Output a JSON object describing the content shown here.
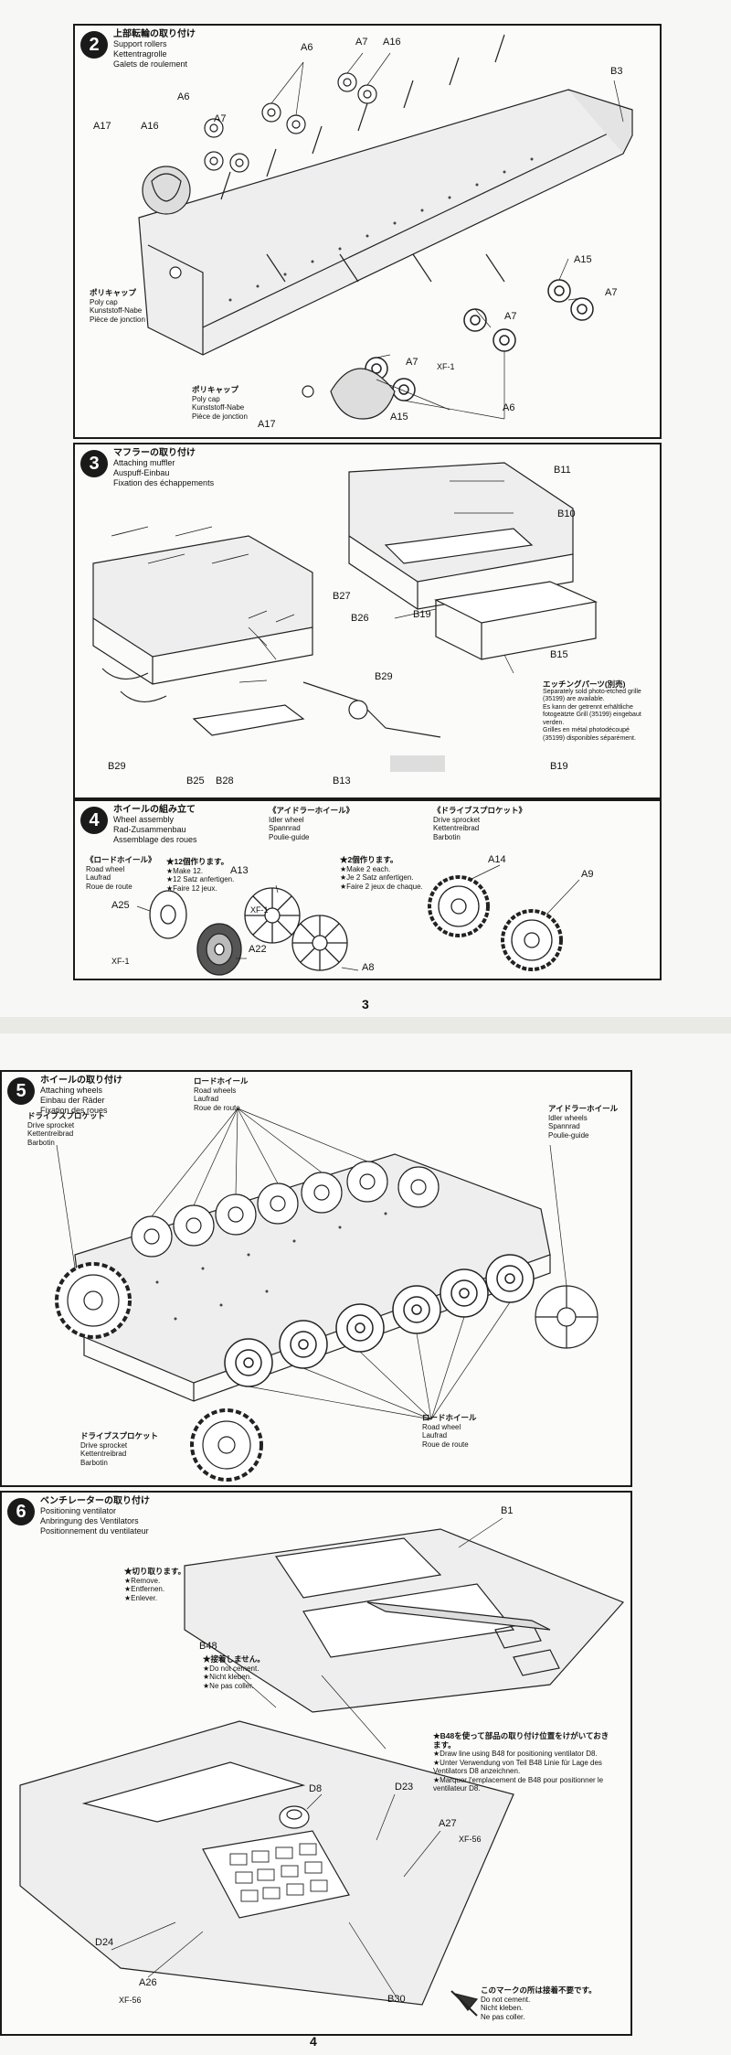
{
  "pages": {
    "top_number": "3",
    "bottom_number": "4"
  },
  "step2": {
    "number": "2",
    "jp": "上部転輪の取り付け",
    "en": "Support rollers",
    "de": "Kettentragrolle",
    "fr": "Galets de roulement",
    "polycap1": {
      "jp": "ポリキャップ",
      "en": "Poly cap",
      "de": "Kunststoff-Nabe",
      "fr": "Pièce de jonction"
    },
    "polycap2": {
      "jp": "ポリキャップ",
      "en": "Poly cap",
      "de": "Kunststoff-Nabe",
      "fr": "Pièce de jonction"
    },
    "labels": {
      "a6_top": "A6",
      "a7_top": "A7",
      "a16_top": "A16",
      "b3": "B3",
      "a6_left": "A6",
      "a17_left": "A17",
      "a16_left": "A16",
      "a7_left": "A7",
      "a15_right": "A15",
      "a7_right": "A7",
      "a7_mid": "A7",
      "a7_low": "A7",
      "xf1": "XF-1",
      "a17_bottom": "A17",
      "a15_bottom": "A15",
      "a6_bottom": "A6"
    }
  },
  "step3": {
    "number": "3",
    "jp": "マフラーの取り付け",
    "en": "Attaching muffler",
    "de": "Auspuff-Einbau",
    "fr": "Fixation des échappements",
    "labels": {
      "b11": "B11",
      "b10": "B10",
      "b19_mid": "B19",
      "b15": "B15",
      "b27": "B27",
      "b26": "B26",
      "b29_right": "B29",
      "b29_left": "B29",
      "b25": "B25",
      "b28": "B28",
      "b13": "B13",
      "b19_low": "B19"
    },
    "etching": {
      "jp": "エッチングパーツ(別売)",
      "en": "Separately sold photo-etched grille (35199) are available.",
      "de": "Es kann der getrennt erhältliche fotogeätzte Grill (35199) eingebaut verden.",
      "fr": "Grilles en métal photodécoupé (35199) disponibles séparément."
    }
  },
  "step4": {
    "number": "4",
    "jp": "ホイールの組み立て",
    "en": "Wheel assembly",
    "de": "Rad-Zusammenbau",
    "fr": "Assemblage des roues",
    "road_wheel": {
      "jp": "《ロードホイール》",
      "en": "Road wheel",
      "de": "Laufrad",
      "fr": "Roue de route"
    },
    "make12": {
      "jp": "★12個作ります。",
      "en": "★Make 12.",
      "de": "★12 Satz anfertigen.",
      "fr": "★Faire 12 jeux."
    },
    "idler": {
      "jp": "《アイドラーホイール》",
      "en": "Idler wheel",
      "de": "Spannrad",
      "fr": "Poulie-guide"
    },
    "make2": {
      "jp": "★2個作ります。",
      "en": "★Make 2 each.",
      "de": "★Je 2 Satz anfertigen.",
      "fr": "★Faire 2 jeux de chaque."
    },
    "sprocket": {
      "jp": "《ドライブスプロケット》",
      "en": "Drive sprocket",
      "de": "Kettentreibrad",
      "fr": "Barbotin"
    },
    "labels": {
      "a25": "A25",
      "xf1_a": "XF-1",
      "xf1_b": "XF-1",
      "a22": "A22",
      "a13": "A13",
      "a8": "A8",
      "a14": "A14",
      "a9": "A9"
    }
  },
  "step5": {
    "number": "5",
    "jp": "ホイールの取り付け",
    "en": "Attaching wheels",
    "de": "Einbau der Räder",
    "fr": "Fixation des roues",
    "road_top": {
      "jp": "ロードホイール",
      "en": "Road wheels",
      "de": "Laufrad",
      "fr": "Roue de route"
    },
    "idler": {
      "jp": "アイドラーホイール",
      "en": "Idler wheels",
      "de": "Spannrad",
      "fr": "Poulie-guide"
    },
    "sprocket_top": {
      "jp": "ドライブスプロケット",
      "en": "Drive sprocket",
      "de": "Kettentreibrad",
      "fr": "Barbotin"
    },
    "sprocket_bottom": {
      "jp": "ドライブスプロケット",
      "en": "Drive sprocket",
      "de": "Kettentreibrad",
      "fr": "Barbotin"
    },
    "road_bottom": {
      "jp": "ロードホイール",
      "en": "Road wheel",
      "de": "Laufrad",
      "fr": "Roue de route"
    }
  },
  "step6": {
    "number": "6",
    "jp": "ベンチレーターの取り付け",
    "en": "Positioning ventilator",
    "de": "Anbringung des Ventilators",
    "fr": "Positionnement du ventilateur",
    "remove": {
      "jp": "★切り取ります。",
      "en": "★Remove.",
      "de": "★Entfernen.",
      "fr": "★Enlever."
    },
    "nocement": {
      "jp": "★接着しません。",
      "en": "★Do not cement.",
      "de": "★Nicht kleben.",
      "fr": "★Ne pas coller."
    },
    "draw": {
      "jp": "★B48を使って部品の取り付け位置をけがいておきます。",
      "en": "★Draw line using B48 for positioning ventilator D8.",
      "de": "★Unter Verwendung von Teil B48 Linie für Lage des Ventilators D8 anzeichnen.",
      "fr": "★Marquer l'emplacement de B48 pour positionner le ventilateur D8."
    },
    "legend": {
      "jp": "このマークの所は接着不要です。",
      "en": "Do not cement.",
      "de": "Nicht kleben.",
      "fr": "Ne pas coller."
    },
    "labels": {
      "b1": "B1",
      "b48": "B48",
      "d8": "D8",
      "d23": "D23",
      "a27": "A27",
      "xf56_a": "XF-56",
      "d24": "D24",
      "a26": "A26",
      "xf56_b": "XF-56",
      "b30": "B30"
    }
  }
}
